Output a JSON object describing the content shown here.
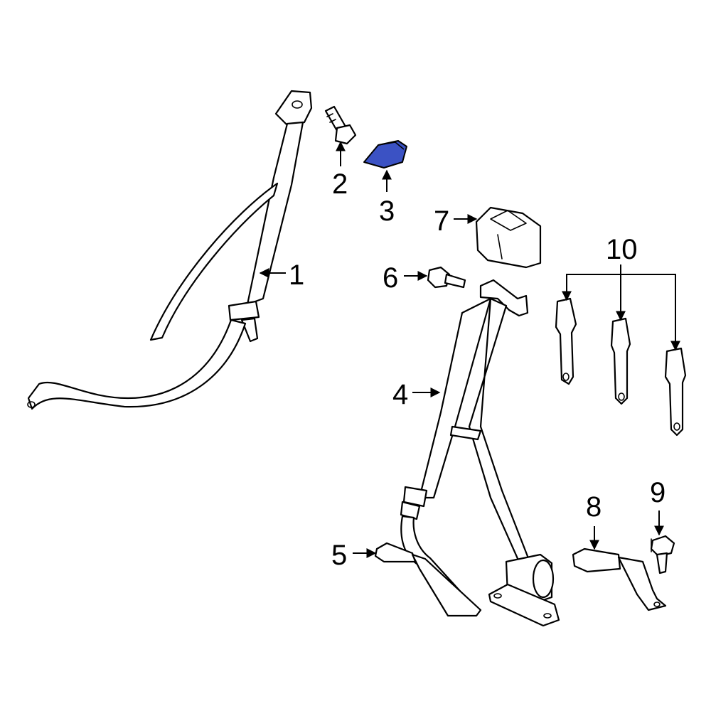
{
  "callouts": {
    "c1": "1",
    "c2": "2",
    "c3": "3",
    "c4": "4",
    "c5": "5",
    "c6": "6",
    "c7": "7",
    "c8": "8",
    "c9": "9",
    "c10": "10"
  },
  "colors": {
    "highlight": "#3b52c4",
    "line": "#000000",
    "background": "#ffffff"
  }
}
